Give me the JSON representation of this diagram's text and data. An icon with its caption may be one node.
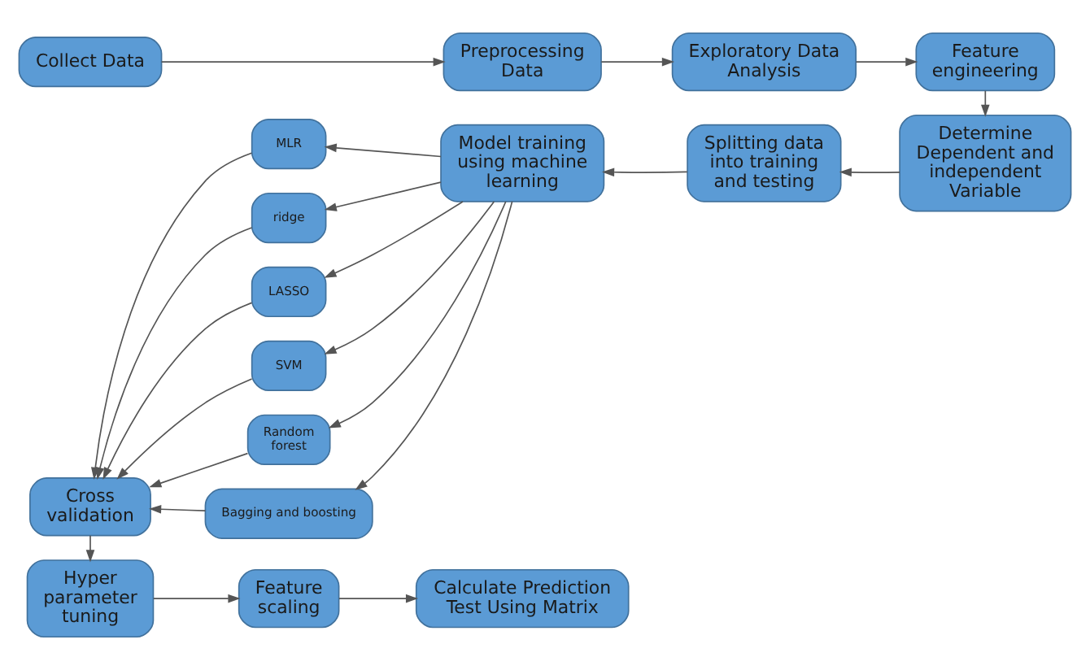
{
  "diagram": {
    "nodes": [
      {
        "text": [
          "Collect Data"
        ]
      },
      {
        "text": [
          "Preprocessing Data"
        ]
      },
      {
        "text": [
          "Exploratory Data Analysis"
        ]
      },
      {
        "text": [
          "Feature engineering"
        ]
      },
      {
        "text": [
          "Determine Dependent and independent Variable"
        ]
      },
      {
        "text": [
          "Splitting data into training and testing"
        ]
      },
      {
        "text": [
          "Model training using machine learning"
        ]
      },
      {
        "text": [
          "MLR"
        ]
      },
      {
        "text": [
          "ridge"
        ]
      },
      {
        "text": [
          "LASSO"
        ]
      },
      {
        "text": [
          "SVM"
        ]
      },
      {
        "text": [
          "Random forest"
        ]
      },
      {
        "text": [
          "Bagging and boosting"
        ]
      },
      {
        "text": [
          "Cross validation"
        ]
      },
      {
        "text": [
          "Hyper parameter tuning"
        ]
      },
      {
        "text": [
          "Feature scaling"
        ]
      },
      {
        "text": [
          "Calculate Prediction Test Using Matrix"
        ]
      }
    ],
    "edges": [
      {
        "from": 0,
        "to": 1,
        "arrow": "to"
      },
      {
        "from": 1,
        "to": 2,
        "arrow": "to"
      },
      {
        "from": 2,
        "to": 3,
        "arrow": "to"
      },
      {
        "from": 3,
        "to": 4,
        "arrow": "to"
      },
      {
        "from": 4,
        "to": 5,
        "arrow": "to"
      },
      {
        "from": 5,
        "to": 6,
        "arrow": "to"
      },
      {
        "from": 6,
        "to": 7,
        "arrow": "to"
      },
      {
        "from": 6,
        "to": 8,
        "arrow": "to"
      },
      {
        "from": 6,
        "to": 9,
        "arrow": "to"
      },
      {
        "from": 6,
        "to": 10,
        "arrow": "to"
      },
      {
        "from": 6,
        "to": 11,
        "arrow": "to"
      },
      {
        "from": 6,
        "to": 12,
        "arrow": "to"
      },
      {
        "from": 7,
        "to": 13,
        "arrow": "to"
      },
      {
        "from": 8,
        "to": 13,
        "arrow": "to"
      },
      {
        "from": 9,
        "to": 13,
        "arrow": "to"
      },
      {
        "from": 10,
        "to": 13,
        "arrow": "to"
      },
      {
        "from": 11,
        "to": 13,
        "arrow": "to"
      },
      {
        "from": 12,
        "to": 13,
        "arrow": "to"
      },
      {
        "from": 13,
        "to": 14,
        "arrow": "to"
      },
      {
        "from": 14,
        "to": 15,
        "arrow": "to"
      },
      {
        "from": 15,
        "to": 16,
        "arrow": "to"
      }
    ]
  }
}
